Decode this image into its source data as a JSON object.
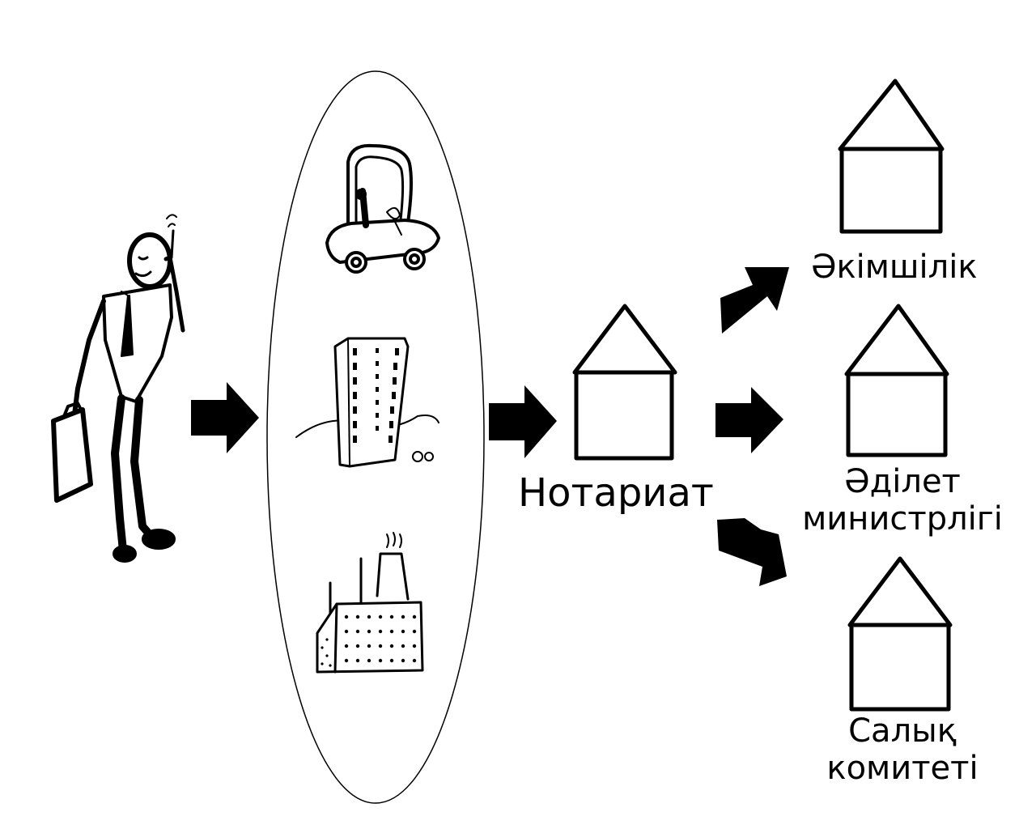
{
  "nodes": {
    "notary": "Нотариат",
    "akimat": "Әкімшілік",
    "justice_line1": "Әділет",
    "justice_line2": "министрлігі",
    "tax_line1": "Салық",
    "tax_line2": "комитеті"
  },
  "assets": [
    "car-icon",
    "apartment-building-icon",
    "factory-icon"
  ],
  "colors": {
    "ink": "#000000",
    "paper": "#ffffff"
  }
}
